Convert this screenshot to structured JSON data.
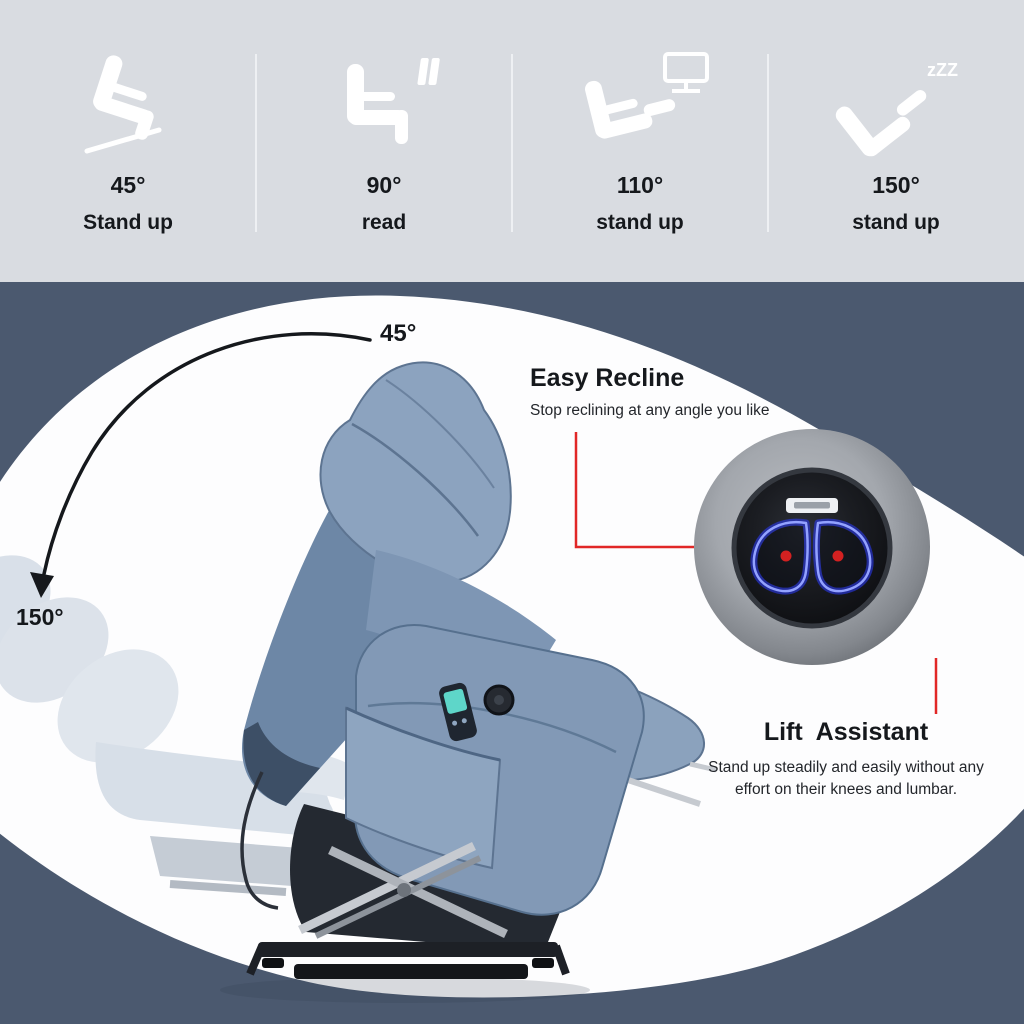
{
  "top_panel": {
    "items": [
      {
        "angle": "45°",
        "label": "Stand up"
      },
      {
        "angle": "90°",
        "label": "read"
      },
      {
        "angle": "110°",
        "label": "stand up"
      },
      {
        "angle": "150°",
        "label": "stand up"
      }
    ],
    "sleep_text": "zZZ"
  },
  "scene": {
    "recline_min_angle": "45°",
    "recline_max_angle": "150°",
    "easy_recline": {
      "title": "Easy Recline",
      "subtitle": "Stop reclining at any angle you like"
    },
    "lift_assistant": {
      "title": "Lift  Assistant",
      "line1": "Stand up steadily and easily without any",
      "line2": "effort on their knees and lumbar."
    }
  },
  "colors": {
    "top_background": "#d9dce1",
    "bottom_background": "#4b596f",
    "spotlight_blob": "#fdfdfe",
    "chair_blue": "#7e96b4",
    "accent_red": "#e12727",
    "led_blue": "#2b3bff",
    "remote_screen_teal": "#5ed6c9"
  }
}
